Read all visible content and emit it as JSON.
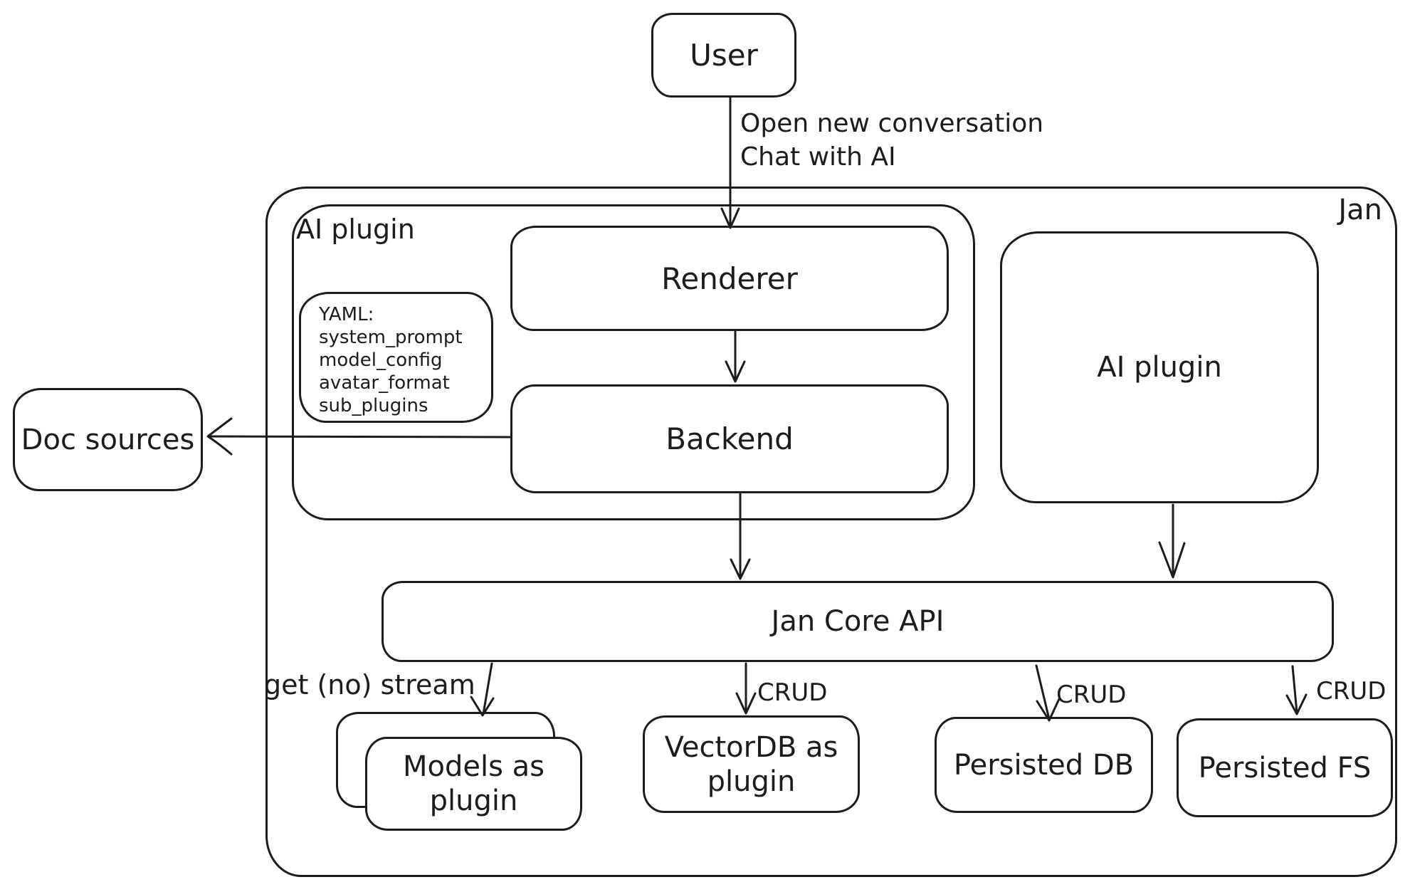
{
  "colors": {
    "stroke": "#1c1c1c",
    "background": "#ffffff"
  },
  "nodes": {
    "user": {
      "label": "User"
    },
    "jan": {
      "label": "Jan"
    },
    "ai_plugin_left": {
      "label": "AI plugin"
    },
    "renderer": {
      "label": "Renderer"
    },
    "backend": {
      "label": "Backend"
    },
    "yaml_note": {
      "lines": [
        "YAML:",
        "system_prompt",
        "model_config",
        "avatar_format",
        "sub_plugins"
      ]
    },
    "doc_sources": {
      "label": "Doc sources"
    },
    "ai_plugin_right": {
      "label": "AI plugin"
    },
    "jan_core_api": {
      "label": "Jan Core API"
    },
    "models": {
      "lines": [
        "Models as",
        "plugin"
      ]
    },
    "vectordb": {
      "lines": [
        "VectorDB as",
        "plugin"
      ]
    },
    "persisted_db": {
      "label": "Persisted DB"
    },
    "persisted_fs": {
      "label": "Persisted FS"
    }
  },
  "edges": {
    "user_to_renderer": {
      "lines": [
        "Open new conversation",
        "Chat with AI"
      ]
    },
    "api_to_models": {
      "label": "get (no) stream"
    },
    "api_to_vectordb": {
      "label": "CRUD"
    },
    "api_to_persisted_db": {
      "label": "CRUD"
    },
    "api_to_persisted_fs": {
      "label": "CRUD"
    }
  }
}
